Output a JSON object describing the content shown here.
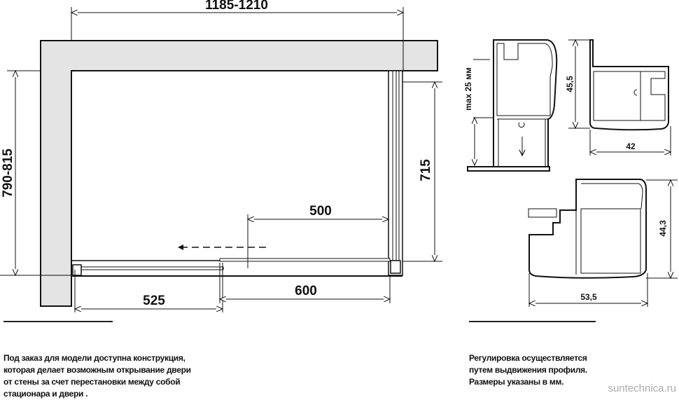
{
  "plan": {
    "width_label": "1185-1210",
    "depth_label": "790-815",
    "side_panel_label": "715",
    "opening_label": "500",
    "door_label": "600",
    "fixed_panel_label": "525"
  },
  "profiles": {
    "adjust_label": "max 25 мм",
    "profile_a_height": "45,5",
    "profile_a_width": "42",
    "profile_b_height": "44,3",
    "profile_b_width": "53,5"
  },
  "notes": {
    "left": [
      "Под заказ для модели доступна конструкция,",
      "которая делает возможным открывание двери",
      "от стены за счет перестановки между собой",
      "стационара и двери ."
    ],
    "right": [
      "Регулировка осуществляется",
      "путем выдвижения профиля.",
      "Размеры указаны в мм."
    ]
  },
  "watermark": "suntechnica.ru",
  "colors": {
    "wall": "#e4e4e4",
    "line": "#111111"
  }
}
